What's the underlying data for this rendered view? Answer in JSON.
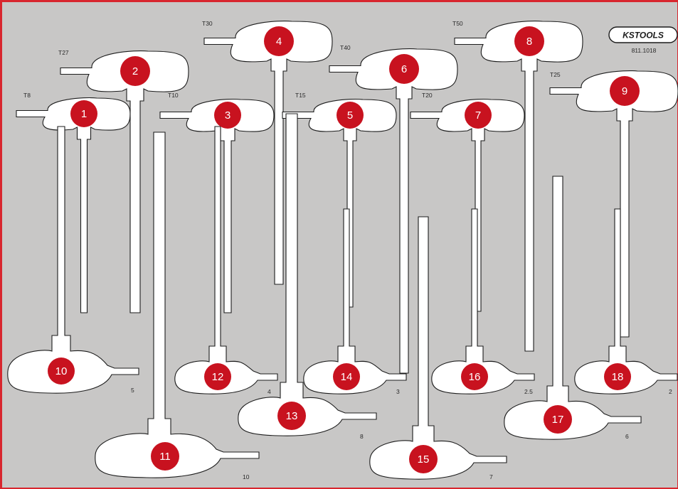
{
  "logo": {
    "text": "KSTOOLS",
    "article_number": "811.1018"
  },
  "torx_tools": [
    {
      "number": "1",
      "size": "T8"
    },
    {
      "number": "2",
      "size": "T27"
    },
    {
      "number": "3",
      "size": "T10"
    },
    {
      "number": "4",
      "size": "T30"
    },
    {
      "number": "5",
      "size": "T15"
    },
    {
      "number": "6",
      "size": "T40"
    },
    {
      "number": "7",
      "size": "T20"
    },
    {
      "number": "8",
      "size": "T50"
    },
    {
      "number": "9",
      "size": "T25"
    }
  ],
  "hex_tools": [
    {
      "number": "10",
      "size": "5"
    },
    {
      "number": "11",
      "size": "10"
    },
    {
      "number": "12",
      "size": "4"
    },
    {
      "number": "13",
      "size": "8"
    },
    {
      "number": "14",
      "size": "3"
    },
    {
      "number": "15",
      "size": "7"
    },
    {
      "number": "16",
      "size": "2.5"
    },
    {
      "number": "17",
      "size": "6"
    },
    {
      "number": "18",
      "size": "2"
    }
  ],
  "colors": {
    "foam": "#c8c7c6",
    "frame": "#d8262e",
    "badge": "#c8121f",
    "cutout": "#ffffff"
  }
}
